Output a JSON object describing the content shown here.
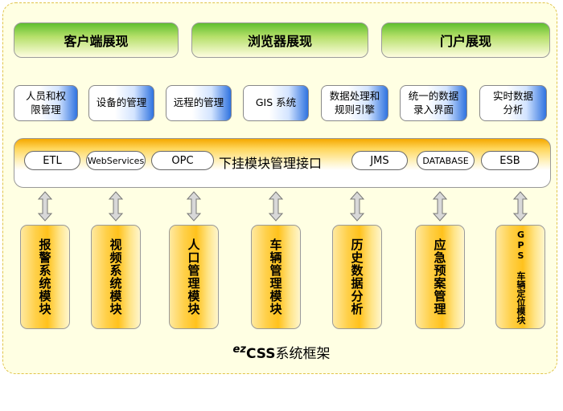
{
  "presentation": [
    {
      "label": "客户端展现"
    },
    {
      "label": "浏览器展现"
    },
    {
      "label": "门户展现"
    }
  ],
  "functions": [
    {
      "label": "人员和权\n限管理"
    },
    {
      "label": "设备的管理"
    },
    {
      "label": "远程的管理"
    },
    {
      "label": "GIS 系统"
    },
    {
      "label": "数据处理和\n规则引擎"
    },
    {
      "label": "统一的数据\n录入界面"
    },
    {
      "label": "实时数据\n分析"
    }
  ],
  "interface": {
    "label": "下挂模块管理接口",
    "connectors": [
      {
        "label": "ETL"
      },
      {
        "label": "WebServices"
      },
      {
        "label": "OPC"
      },
      {
        "label": "JMS"
      },
      {
        "label": "DATABASE"
      },
      {
        "label": "ESB"
      }
    ]
  },
  "modules": [
    {
      "label": "报警系统模块"
    },
    {
      "label": "视频系统模块"
    },
    {
      "label": "人口管理模块"
    },
    {
      "label": "车辆管理模块"
    },
    {
      "label": "历史数据分析"
    },
    {
      "label": "应急预案管理"
    },
    {
      "label": "GPS 车辆定位模块"
    }
  ],
  "footer": {
    "prefix": "ez",
    "main": "CSS",
    "suffix": "系统框架"
  },
  "colors": {
    "pres_green": "#5fbf2f",
    "func_blue": "#2f73e0",
    "band_orange": "#f5a800",
    "module_yellow": "#ffc21c"
  }
}
